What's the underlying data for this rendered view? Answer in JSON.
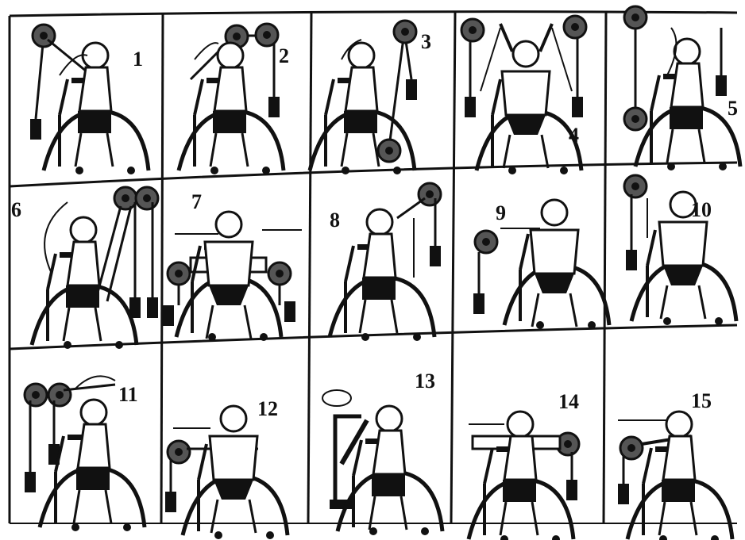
{
  "figure": {
    "panels": [
      {
        "number": "1",
        "pulleys": "one overhead, cable to hand"
      },
      {
        "number": "2",
        "pulleys": "two overhead"
      },
      {
        "number": "3",
        "pulleys": "one overhead, one low"
      },
      {
        "number": "4",
        "pulleys": "two overhead, both arms"
      },
      {
        "number": "5",
        "pulleys": "one overhead, one low"
      },
      {
        "number": "6",
        "pulleys": "two overhead"
      },
      {
        "number": "7",
        "pulleys": "two side"
      },
      {
        "number": "8",
        "pulleys": "one overhead"
      },
      {
        "number": "9",
        "pulleys": "one side"
      },
      {
        "number": "10",
        "pulleys": "one overhead"
      },
      {
        "number": "11",
        "pulleys": "two overhead"
      },
      {
        "number": "12",
        "pulleys": "one side"
      },
      {
        "number": "13",
        "pulleys": "arm crank"
      },
      {
        "number": "14",
        "pulleys": "one side, forward"
      },
      {
        "number": "15",
        "pulleys": "one side, forward"
      }
    ]
  },
  "colors": {
    "ink": "#111111",
    "paper": "#ffffff",
    "grid": "#1a1a1a"
  }
}
